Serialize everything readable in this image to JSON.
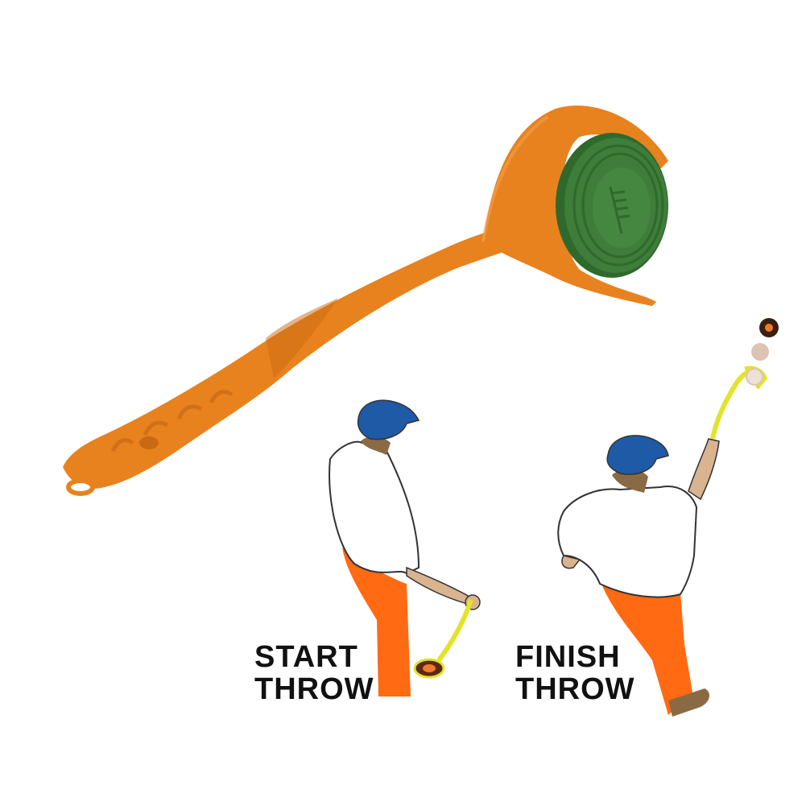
{
  "image": {
    "subject": "Clay target hand thrower with start and finish throw illustration",
    "background": "#ffffff"
  },
  "product": {
    "name": "hand-thrower",
    "body_color": "#e8821e",
    "body_shadow": "#c86a12",
    "target_color": "#3f7d3a",
    "target_dark": "#2f6a2c",
    "target_logo": "arrow-stripes-logo"
  },
  "illustrations": {
    "start": {
      "caption_line1": "START",
      "caption_line2": "THROW"
    },
    "finish": {
      "caption_line1": "FINISH",
      "caption_line2": "THROW"
    },
    "colors": {
      "cap": "#1f5aa6",
      "shirt": "#ffffff",
      "pants": "#ff6a13",
      "skin": "#d9b48f",
      "hair": "#8a6a45",
      "shoe": "#8a6a45",
      "thrower": "#e3e32a",
      "clay_outer": "#5a2a10",
      "clay_inner": "#f07a2a",
      "clay_faded": "#dcc4b4"
    }
  }
}
